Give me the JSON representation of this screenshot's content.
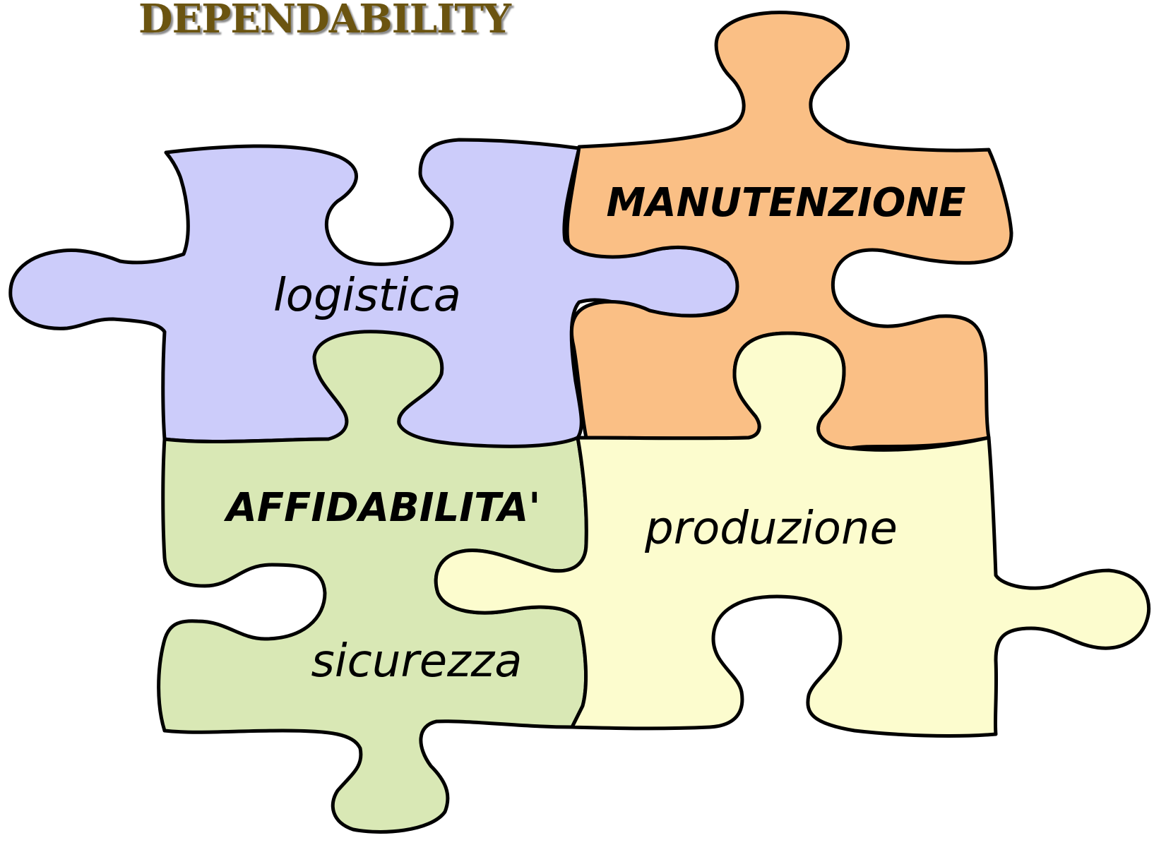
{
  "title": "DEPENDABILITY",
  "pieces": {
    "logistica": {
      "label": "logistica",
      "color": "#ccccfa"
    },
    "manutenzione": {
      "label": "MANUTENZIONE",
      "color": "#fabf85"
    },
    "affidabilita": {
      "label": "AFFIDABILITA'",
      "color": "#d9e8b5"
    },
    "sicurezza": {
      "label": "sicurezza"
    },
    "produzione": {
      "label": "produzione",
      "color": "#fcfcce"
    }
  },
  "outline_color": "#000000",
  "title_color": "#6b5410"
}
